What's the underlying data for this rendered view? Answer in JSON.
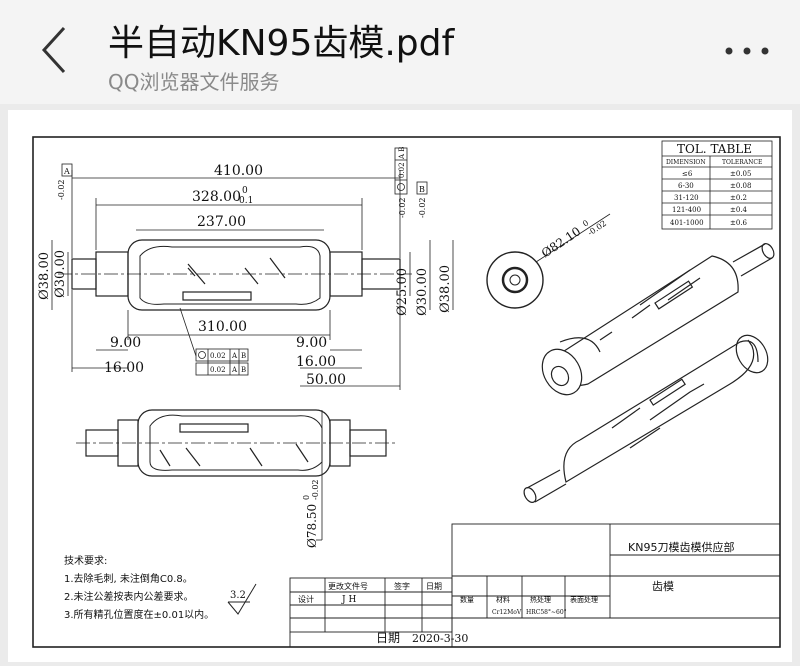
{
  "header": {
    "title": "半自动KN95齿模.pdf",
    "subtitle": "QQ浏览器文件服务"
  },
  "icons": {
    "back": "chevron-left-icon",
    "more": "more-dots-icon"
  },
  "drawing": {
    "dims": {
      "overall": "410.00",
      "mid_top": "328.00",
      "mid_tol_up": "0",
      "mid_tol_low": "-0.1",
      "body_top": "237.00",
      "body_bottom": "310.00",
      "left_9": "9.00",
      "left_16": "16.00",
      "right_9": "9.00",
      "right_16": "16.00",
      "right_50": "50.00",
      "dia38_left": "Ø38.00",
      "dia30_left": "Ø30.00",
      "dia30_left_tol": "-0.02",
      "dia25": "Ø25.00",
      "dia25_tol": "-0.02",
      "dia30_right": "Ø30.00",
      "dia30_right_tol": "-0.02",
      "dia38_right": "Ø38.00",
      "dia82": "Ø82.10",
      "dia82_tol_up": "0",
      "dia82_tol_low": "-0.02",
      "dia78": "Ø78.50",
      "dia78_tol_up": "0",
      "dia78_tol_low": "-0.02",
      "datum_a": "A",
      "datum_b": "B",
      "gtol_value": "0.02",
      "gtol_top_value": "0.02",
      "gtol_top_ref": "A B",
      "roughness": "3.2"
    },
    "tol_table": {
      "title": "TOL. TABLE",
      "headers": [
        "DIMENSION",
        "TOLERANCE"
      ],
      "rows": [
        [
          "≤6",
          "±0.05"
        ],
        [
          "6-30",
          "±0.08"
        ],
        [
          "31-120",
          "±0.2"
        ],
        [
          "121-400",
          "±0.4"
        ],
        [
          "401-1000",
          "±0.6"
        ]
      ]
    },
    "notes": {
      "title": "技术要求:",
      "items": [
        "1.去除毛刺, 未注倒角C0.8。",
        "2.未注公差按表内公差要求。",
        "3.所有精孔位置度在±0.01以内。"
      ]
    },
    "title_block": {
      "company": "KN95刀模齿模供应部",
      "part_name": "齿模",
      "change_file": "更改文件号",
      "sign": "签字",
      "date_label": "日期",
      "design": "设计",
      "designer": "J H",
      "qty": "数量",
      "material": "材料",
      "heat": "热处理",
      "surface": "表面处理",
      "material_value": "Cr12MoV",
      "heat_value": "HRC58°~60°",
      "date_bottom_label": "日期",
      "date_value": "2020-3-30"
    }
  }
}
